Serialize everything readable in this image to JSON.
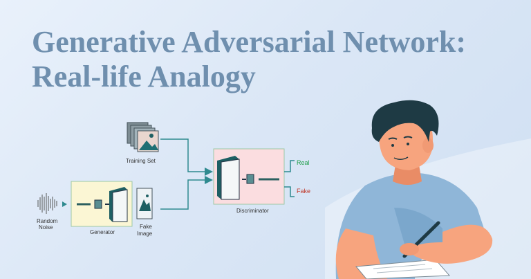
{
  "title": {
    "line1": "Generative Adversarial Network:",
    "line2": "Real-life Analogy"
  },
  "diagram": {
    "training_set_label": "Training Set",
    "random_noise_line1": "Random",
    "random_noise_line2": "Noise",
    "generator_label": "Generator",
    "fake_image_line1": "Fake",
    "fake_image_line2": "Image",
    "discriminator_label": "Discriminator",
    "real_output_label": "Real",
    "fake_output_label": "Fake"
  },
  "colors": {
    "title": "#6f8fae",
    "arrow": "#2e8a8f",
    "generator_box": "#fbf6d4",
    "discriminator_box": "#fbdde0",
    "real_text": "#1e9e4a",
    "fake_text": "#c0392b",
    "shirt": "#8fb6d8",
    "skin": "#f7a47e",
    "hair": "#1e3a44"
  },
  "icons": [
    "image-stack-icon",
    "noise-wave-icon",
    "layer-block-icon",
    "pen-icon",
    "paper-icon"
  ]
}
